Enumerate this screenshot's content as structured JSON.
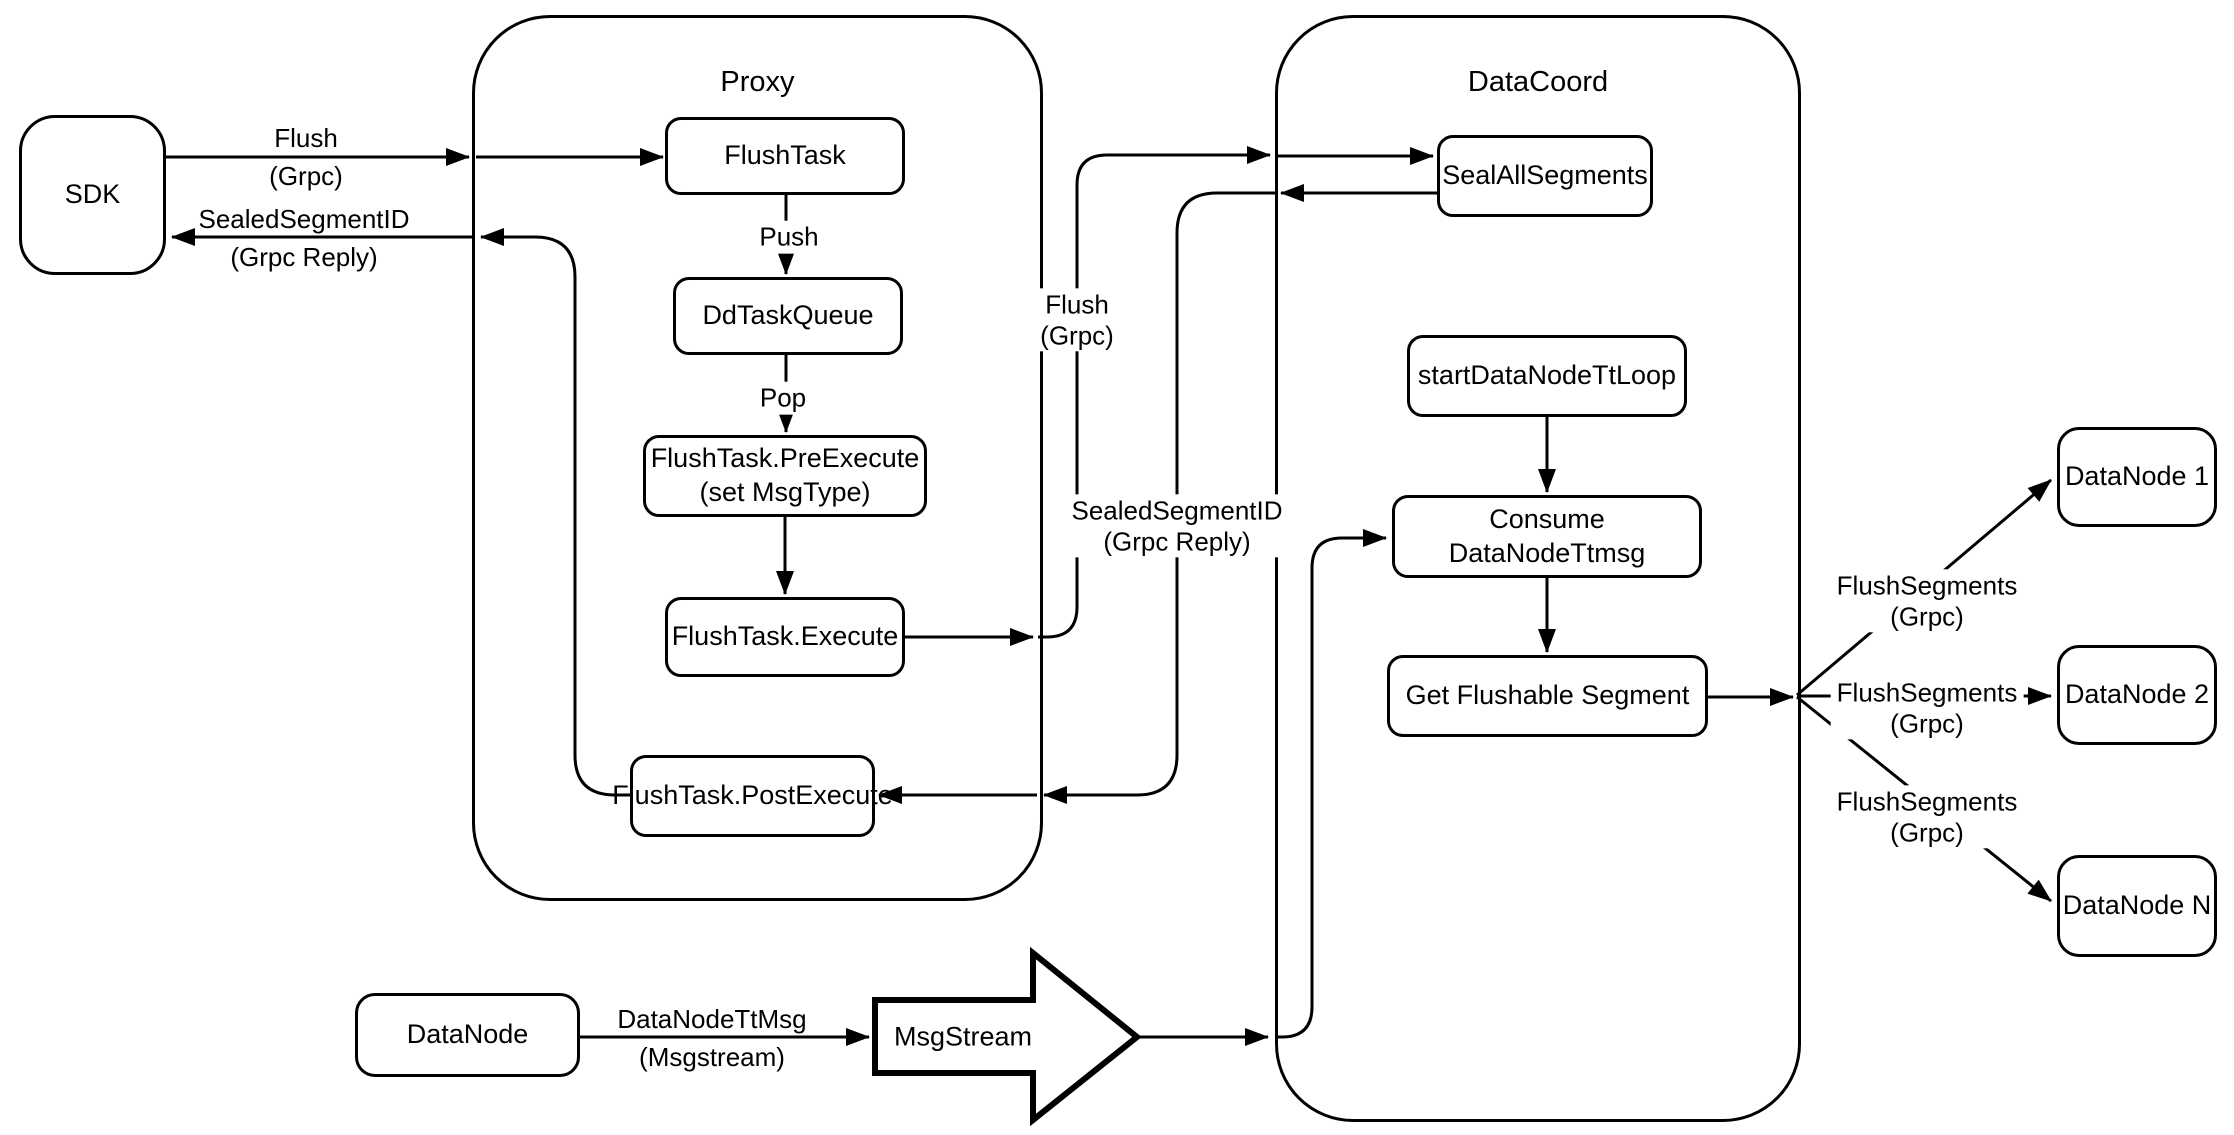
{
  "containers": {
    "proxy": "Proxy",
    "datacoord": "DataCoord"
  },
  "nodes": {
    "sdk": "SDK",
    "flush_task": "FlushTask",
    "dd_task_queue": "DdTaskQueue",
    "pre_execute_line1": "FlushTask.PreExecute",
    "pre_execute_line2": "(set MsgType)",
    "execute": "FlushTask.Execute",
    "post_execute": "FlushTask.PostExecute",
    "seal_all_segments": "SealAllSegments",
    "start_datanode_tt_loop": "startDataNodeTtLoop",
    "consume_datanode_ttmsg": "Consume DataNodeTtmsg",
    "get_flushable_segment": "Get Flushable Segment",
    "datanode_1": "DataNode 1",
    "datanode_2": "DataNode 2",
    "datanode_n": "DataNode N",
    "datanode": "DataNode",
    "msgstream": "MsgStream"
  },
  "edge_labels": {
    "flush_sdk": {
      "line1": "Flush",
      "line2": "(Grpc)"
    },
    "push": "Push",
    "pop": "Pop",
    "flush_proxy": {
      "line1": "Flush",
      "line2": "(Grpc)"
    },
    "sealed_reply_mid": {
      "line1": "SealedSegmentID",
      "line2": "(Grpc Reply)"
    },
    "sealed_reply_sdk": {
      "line1": "SealedSegmentID",
      "line2": "(Grpc Reply)"
    },
    "flush_segments_1": {
      "line1": "FlushSegments",
      "line2": "(Grpc)"
    },
    "flush_segments_2": {
      "line1": "FlushSegments",
      "line2": "(Grpc)"
    },
    "flush_segments_n": {
      "line1": "FlushSegments",
      "line2": "(Grpc)"
    },
    "datanode_ttmsg": {
      "line1": "DataNodeTtMsg",
      "line2": "(Msgstream)"
    }
  },
  "colors": {
    "stroke": "#000000",
    "fill": "#ffffff"
  }
}
